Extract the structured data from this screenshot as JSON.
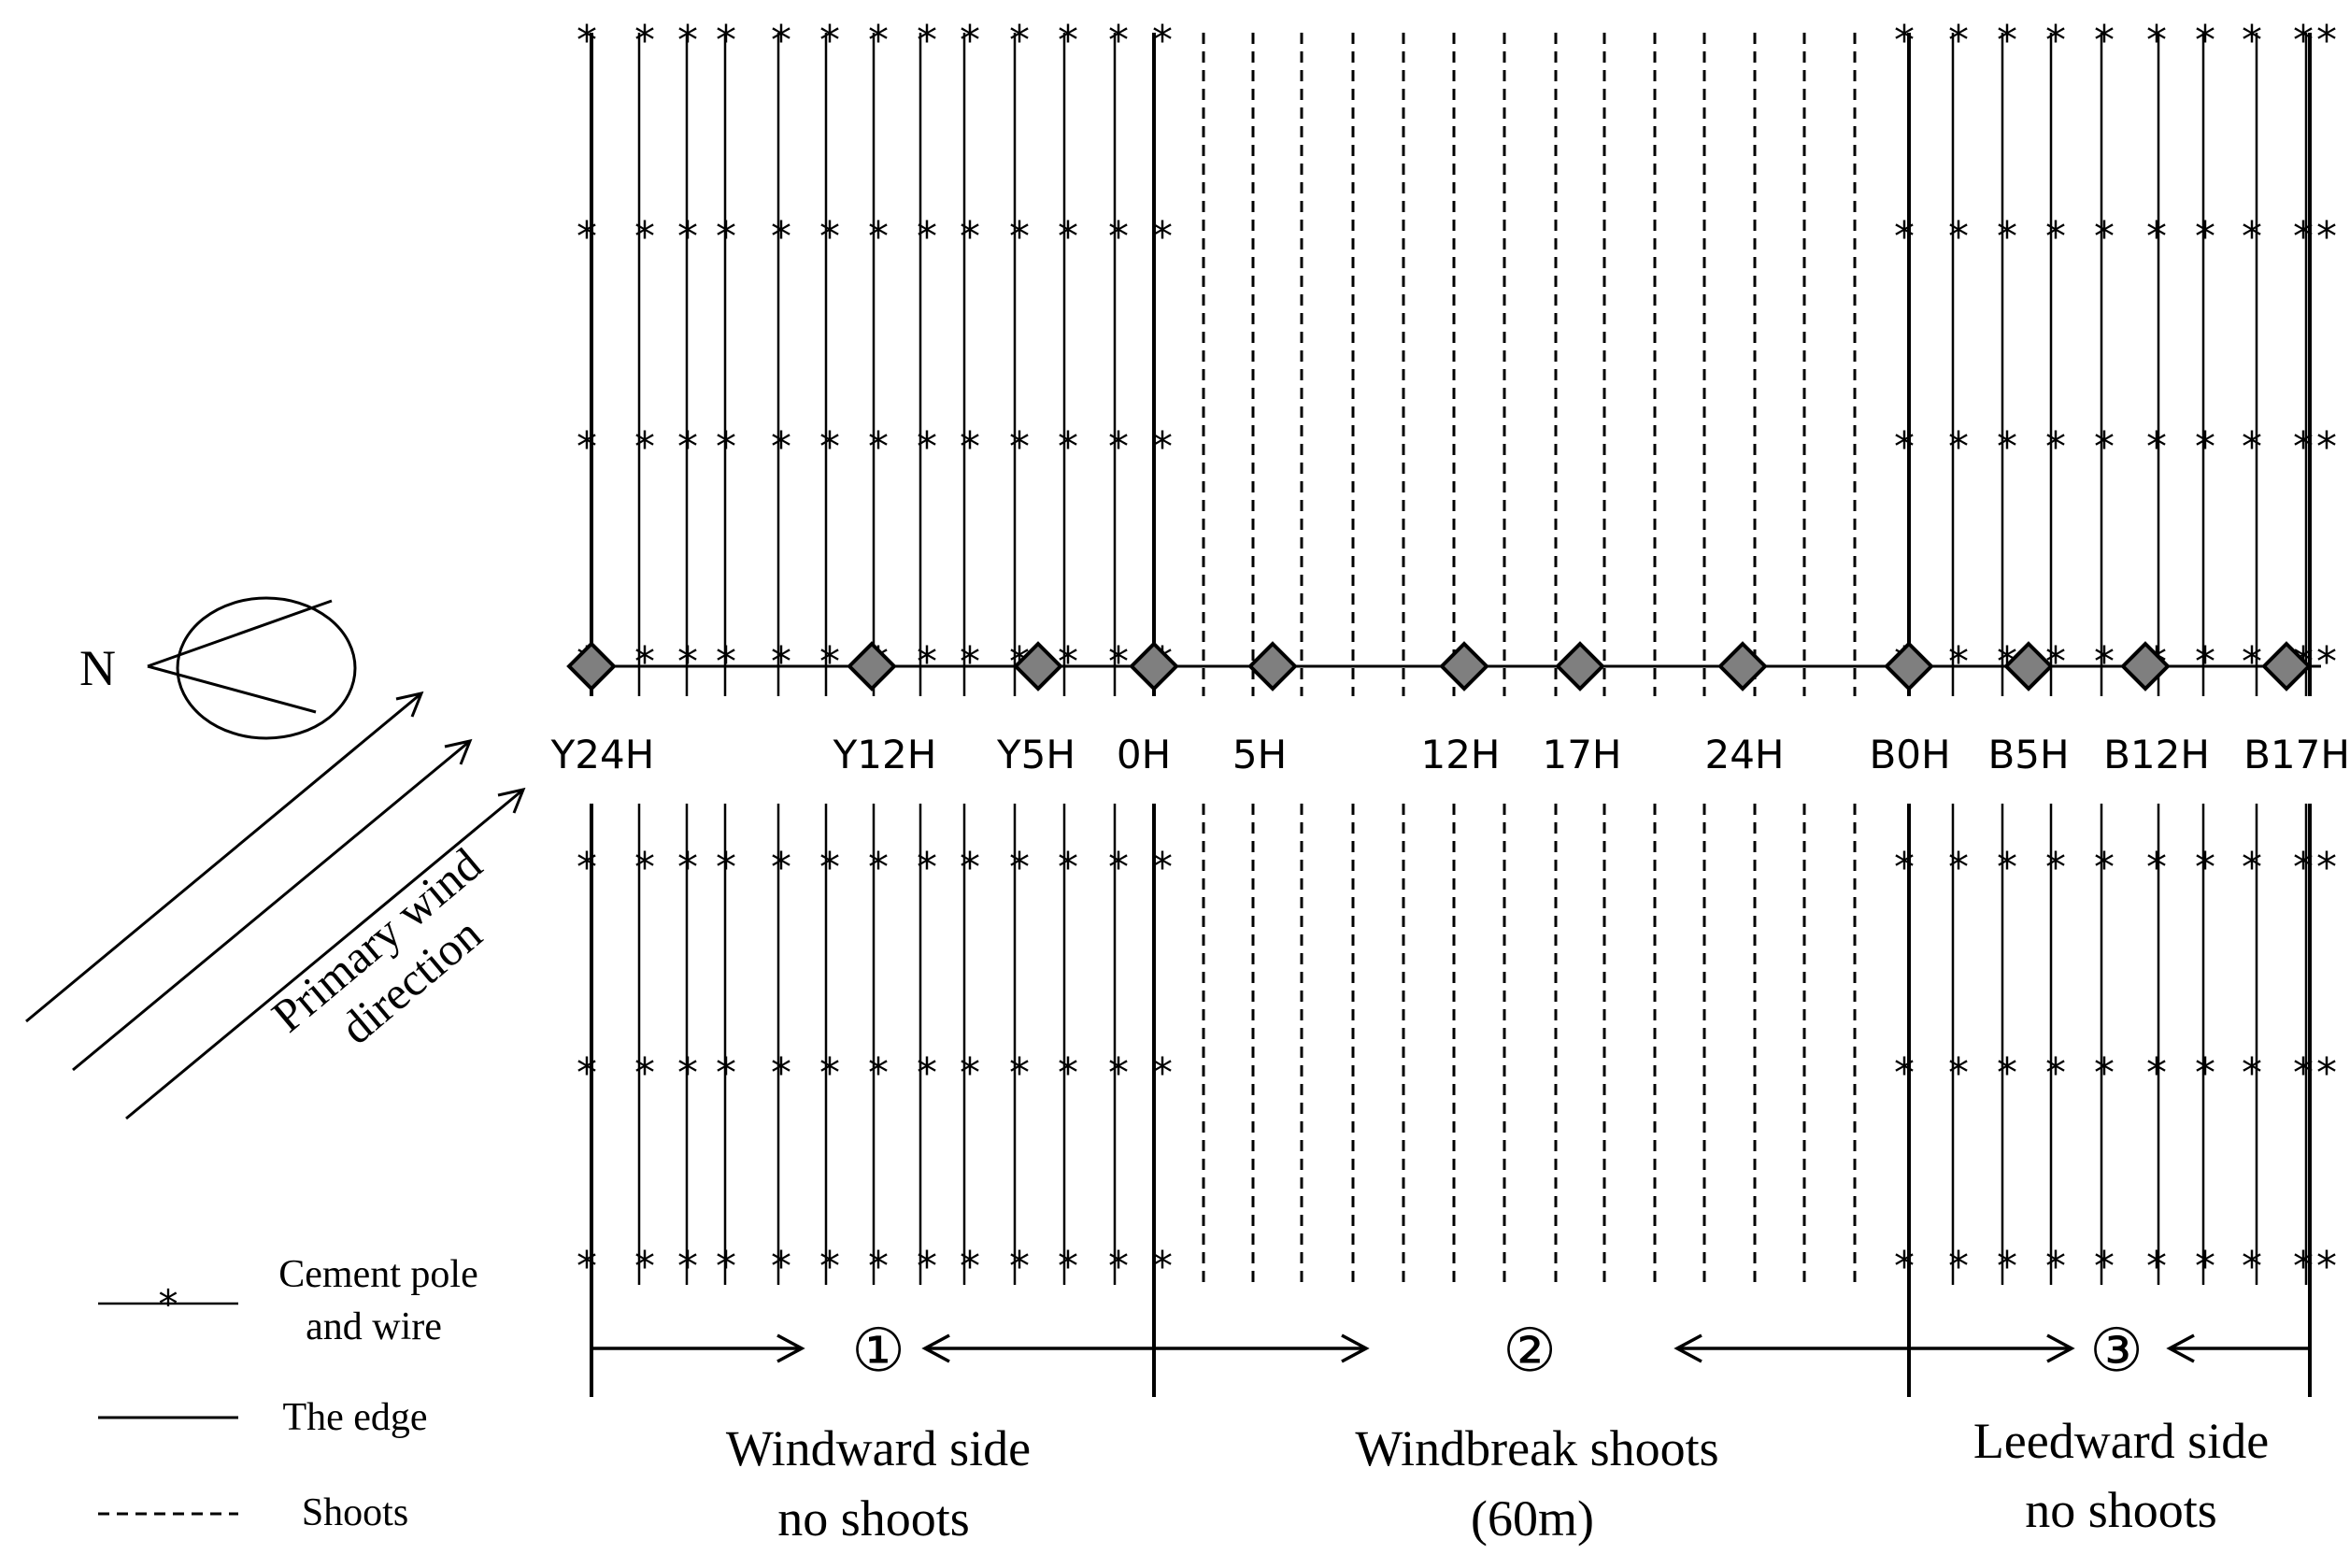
{
  "compass": {
    "label": "N"
  },
  "wind": {
    "label_line1": "Primary wind",
    "label_line2": "direction"
  },
  "legend": {
    "pole_label_line1": "Cement pole",
    "pole_label_line2": "and wire",
    "edge_label": "The edge",
    "shoots_label": "Shoots"
  },
  "points": [
    {
      "id": "y24h",
      "label": "Y24H"
    },
    {
      "id": "y12h",
      "label": "Y12H"
    },
    {
      "id": "y5h",
      "label": "Y5H"
    },
    {
      "id": "0h",
      "label": "0H"
    },
    {
      "id": "5h",
      "label": "5H"
    },
    {
      "id": "12h",
      "label": "12H"
    },
    {
      "id": "17h",
      "label": "17H"
    },
    {
      "id": "24h",
      "label": "24H"
    },
    {
      "id": "b0h",
      "label": "B0H"
    },
    {
      "id": "b5h",
      "label": "B5H"
    },
    {
      "id": "b12h",
      "label": "B12H"
    },
    {
      "id": "b17h",
      "label": "B17H"
    }
  ],
  "zones": [
    {
      "number": "①",
      "line1": "Windward side",
      "line2": "no shoots"
    },
    {
      "number": "②",
      "line1": "Windbreak shoots",
      "line2": "(60m)"
    },
    {
      "number": "③",
      "line1": "Leedward side",
      "line2": "no shoots"
    }
  ],
  "colors": {
    "marker_fill": "#7f7f7f",
    "line": "#000000"
  }
}
